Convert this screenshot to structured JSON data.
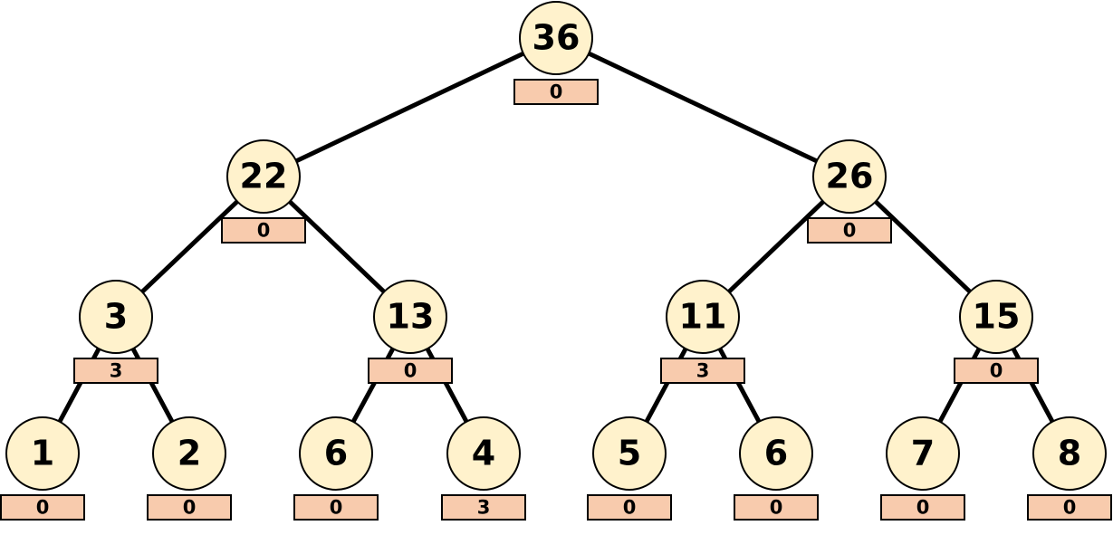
{
  "colors": {
    "node_fill": "#fff2cc",
    "lazy_fill": "#f8cbad",
    "stroke": "#000000"
  },
  "tree": {
    "nodes": [
      {
        "id": 1,
        "value": "36",
        "lazy": "0"
      },
      {
        "id": 2,
        "value": "22",
        "lazy": "0"
      },
      {
        "id": 3,
        "value": "26",
        "lazy": "0"
      },
      {
        "id": 4,
        "value": "3",
        "lazy": "3"
      },
      {
        "id": 5,
        "value": "13",
        "lazy": "0"
      },
      {
        "id": 6,
        "value": "11",
        "lazy": "3"
      },
      {
        "id": 7,
        "value": "15",
        "lazy": "0"
      },
      {
        "id": 8,
        "value": "1",
        "lazy": "0"
      },
      {
        "id": 9,
        "value": "2",
        "lazy": "0"
      },
      {
        "id": 10,
        "value": "6",
        "lazy": "0"
      },
      {
        "id": 11,
        "value": "4",
        "lazy": "3"
      },
      {
        "id": 12,
        "value": "5",
        "lazy": "0"
      },
      {
        "id": 13,
        "value": "6",
        "lazy": "0"
      },
      {
        "id": 14,
        "value": "7",
        "lazy": "0"
      },
      {
        "id": 15,
        "value": "8",
        "lazy": "0"
      }
    ]
  }
}
